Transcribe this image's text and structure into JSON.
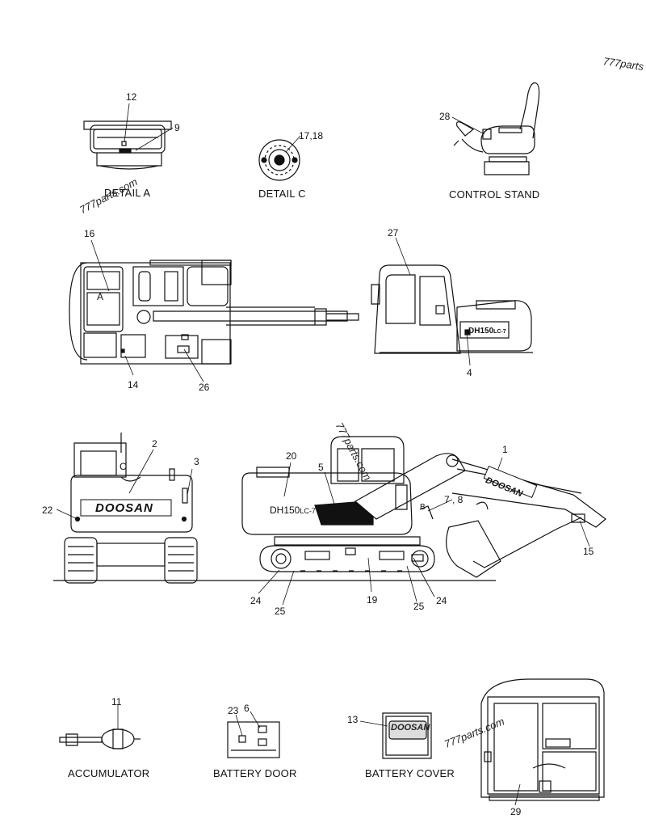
{
  "watermarks": [
    "777parts",
    "777parts.com",
    "777parts.com",
    "777parts.com"
  ],
  "captions": {
    "detail_a": "DETAIL  A",
    "detail_c": "DETAIL  C",
    "control_stand": "CONTROL STAND",
    "accumulator": "ACCUMULATOR",
    "battery_door": "BATTERY DOOR",
    "battery_cover": "BATTERY COVER"
  },
  "callouts": {
    "c1": "1",
    "c2": "2",
    "c3": "3",
    "c4": "4",
    "c5": "5",
    "c6": "6",
    "c7_8": "7 , 8",
    "c9": "9",
    "c11": "11",
    "c12": "12",
    "c13": "13",
    "c14": "14",
    "c15": "15",
    "c16": "16",
    "c17_18": "17,18",
    "c19": "19",
    "c20": "20",
    "c22": "22",
    "c23": "23",
    "c24a": "24",
    "c24b": "24",
    "c25a": "25",
    "c25b": "25",
    "c26": "26",
    "c27": "27",
    "c28": "28",
    "c29": "29"
  },
  "view_marks": {
    "a_top": "A",
    "c_rear": "C",
    "b_side": "B"
  },
  "decals": {
    "brand_rear": "DOOSAN",
    "brand_boom": "DOOSAN",
    "brand_cover": "DOOSAN",
    "model_cab": "DH150",
    "model_cab_suffix": "LC-7",
    "model_side": "DH150",
    "model_side_suffix": "LC-7"
  }
}
